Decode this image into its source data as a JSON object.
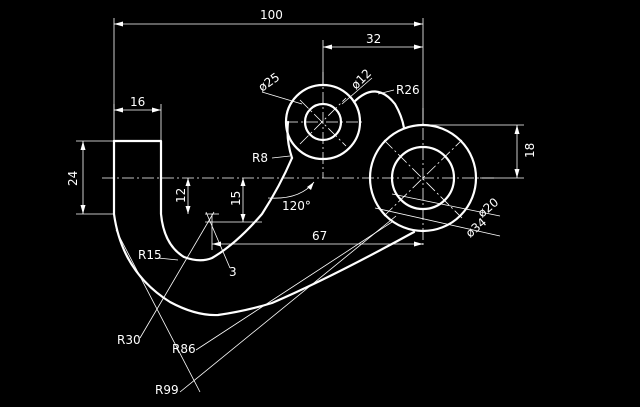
{
  "drawing": {
    "background": "#000000",
    "line_color": "#ffffff",
    "dimensions": {
      "overall_width": "100",
      "left_tab_width": "16",
      "left_tab_height": "24",
      "pivot_offset": "32",
      "vertical_offset": "18",
      "inner_height_12": "12",
      "inner_height_15": "15",
      "slot_length": "67",
      "small_gap": "3",
      "angle": "120°"
    },
    "circles": {
      "small_outer": "ø25",
      "small_inner": "ø12",
      "large_outer": "ø34",
      "large_inner": "ø20"
    },
    "radii": {
      "r26": "R26",
      "r8": "R8",
      "r15": "R15",
      "r30": "R30",
      "r86": "R86",
      "r99": "R99"
    }
  }
}
